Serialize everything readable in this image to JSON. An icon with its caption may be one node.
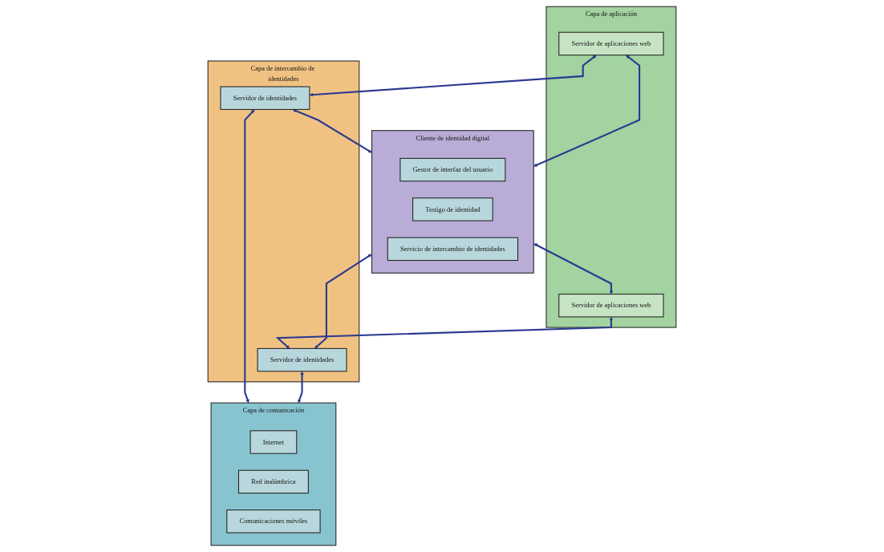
{
  "diagram": {
    "nodes": [
      {
        "text": [
          "Capa de aplicación"
        ]
      },
      {
        "text": [
          "Servidor de aplicaciones web"
        ],
        "in": 0
      },
      {
        "text": [
          "Cliente de identidad digital"
        ]
      },
      {
        "text": [
          "Gestor de interfaz del usuario"
        ],
        "in": 2
      },
      {
        "text": [
          "Testigo de identidad"
        ],
        "in": 2
      },
      {
        "text": [
          "Servicio de intercambio de identidades"
        ],
        "in": 2
      },
      {
        "text": [
          "Servidor de aplicaciones web"
        ],
        "in": 0
      },
      {
        "text": [
          "Capa de intercambio de identidades"
        ]
      },
      {
        "text": [
          "Servidor de identidades"
        ],
        "in": 7
      },
      {
        "text": [
          "Servidor de identidades"
        ],
        "in": 7
      },
      {
        "text": [
          "Capa de comunicación"
        ]
      },
      {
        "text": [
          "Internet"
        ],
        "in": 10
      },
      {
        "text": [
          "Red inalámbrica"
        ],
        "in": 10
      },
      {
        "text": [
          "Comunicaciones móviles"
        ],
        "in": 10
      }
    ],
    "edges": [
      {
        "from": 1,
        "to": 2,
        "arrow": "both"
      },
      {
        "from": 2,
        "to": 6,
        "arrow": "both"
      },
      {
        "from": 1,
        "to": 8,
        "arrow": "both"
      },
      {
        "from": 6,
        "to": 9,
        "arrow": "both"
      },
      {
        "from": 8,
        "to": 2,
        "arrow": "both"
      },
      {
        "from": 2,
        "to": 9,
        "arrow": "both"
      },
      {
        "from": 8,
        "to": 10,
        "arrow": "both"
      },
      {
        "from": 9,
        "to": 10,
        "arrow": "both"
      }
    ]
  }
}
